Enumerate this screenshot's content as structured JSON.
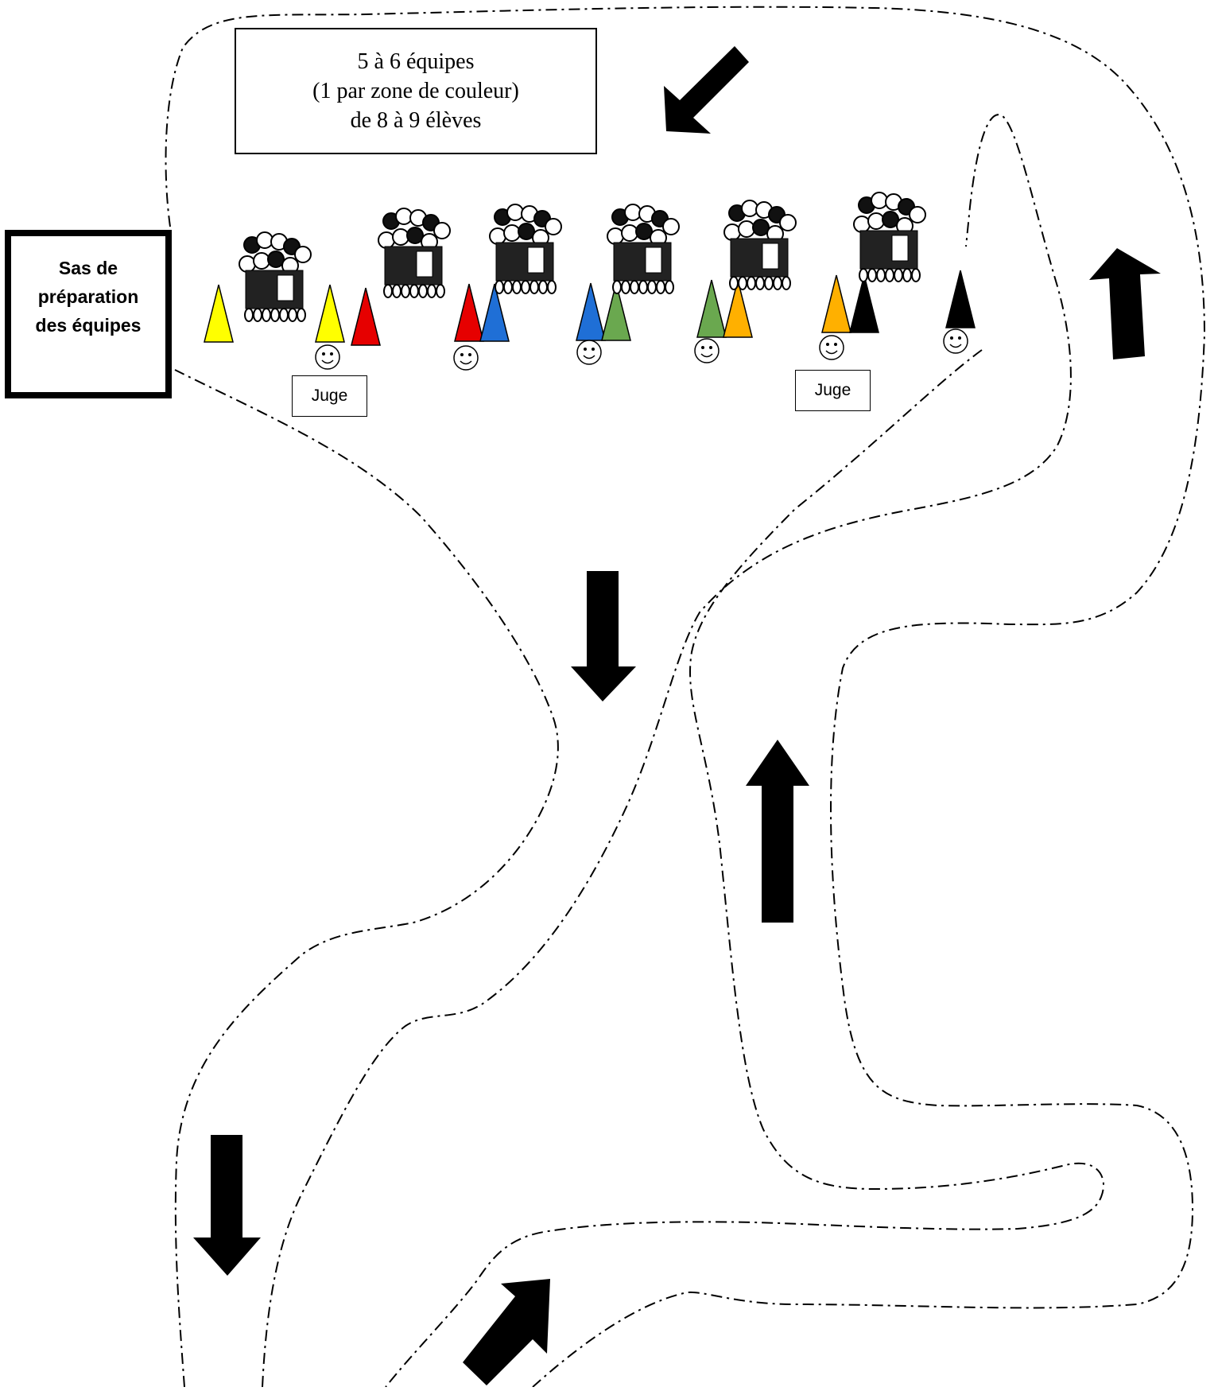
{
  "info_box": {
    "line1": "5 à 6 équipes",
    "line2": "(1 par zone de couleur)",
    "line3": "de 8 à 9 élèves"
  },
  "sas": {
    "line1": "Sas de",
    "line2": "préparation",
    "line3": "des équipes"
  },
  "judges": [
    {
      "label": "Juge"
    },
    {
      "label": "Juge"
    }
  ],
  "colors": {
    "yellow": "#ffff00",
    "red": "#e60000",
    "blue": "#1f6fd6",
    "green": "#6aa84f",
    "orange": "#ffb000",
    "black": "#000000"
  },
  "cones": [
    {
      "color": "yellow"
    },
    {
      "color": "yellow"
    },
    {
      "color": "red"
    },
    {
      "color": "red"
    },
    {
      "color": "blue"
    },
    {
      "color": "blue"
    },
    {
      "color": "green"
    },
    {
      "color": "green"
    },
    {
      "color": "orange"
    },
    {
      "color": "orange"
    },
    {
      "color": "black"
    },
    {
      "color": "black"
    }
  ],
  "team_groups": 6,
  "referee_icons": 6,
  "direction_arrows": [
    {
      "direction": "down-left"
    },
    {
      "direction": "up"
    },
    {
      "direction": "down"
    },
    {
      "direction": "up"
    },
    {
      "direction": "down"
    },
    {
      "direction": "up-right"
    }
  ]
}
